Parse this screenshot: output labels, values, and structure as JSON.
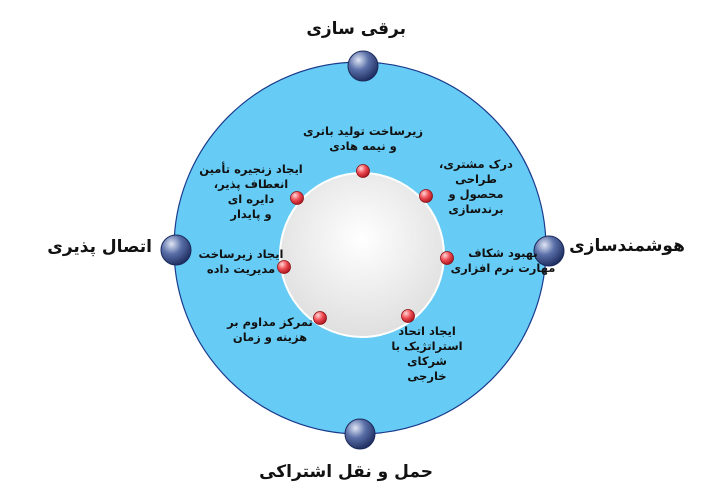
{
  "colors": {
    "ring_fill": "#66ccf5",
    "ring_stroke": "#1a3a8c",
    "center_fill": "#f2f2f2",
    "outer_node": "#2b3f7a",
    "inner_node": "#e8303a"
  },
  "outer_labels": {
    "top": "برقی سازی",
    "right": "هوشمندسازی",
    "bottom": "حمل و نقل اشتراکی",
    "left": "اتصال پذیری"
  },
  "inner_labels": {
    "n1": "زیرساخت تولید باتری\nو نیمه هادی",
    "n2": "درک مشتری،\nطراحی محصول و\nبرندسازی",
    "n3": "بهبود شکاف\nمهارت نرم افزاری",
    "n4": "ایجاد اتحاد\nاستراتژیک با شرکای\nخارجی",
    "n5": "تمرکز مداوم بر\nهزینه و زمان",
    "n6": "ایجاد زیرساخت\nمدیریت داده",
    "n7": "ایجاد زنجیره تأمین\nانعطاف پذیر، دایره ای\nو پایدار"
  }
}
